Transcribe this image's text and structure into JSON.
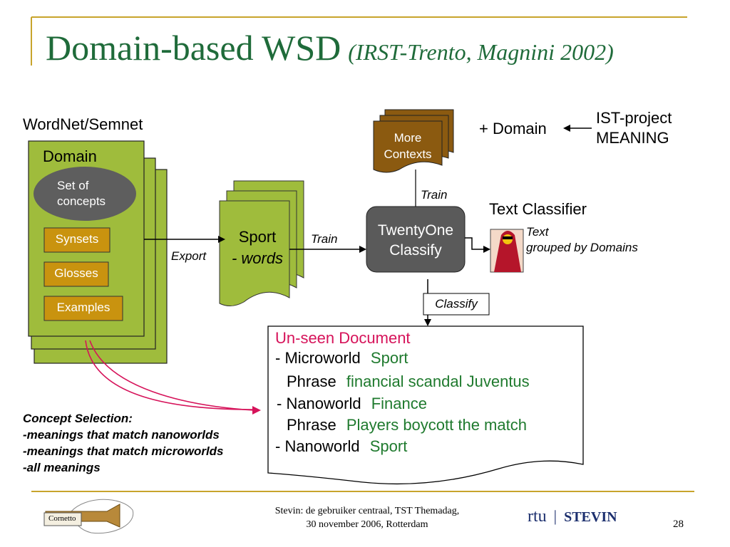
{
  "slide": {
    "title": "Domain-based WSD",
    "subtitle": "(IRST-Trento, Magnini 2002)",
    "page_number": "28"
  },
  "wordnet": {
    "heading": "WordNet/Semnet",
    "domain_label": "Domain",
    "set_of_concepts": [
      "Set of",
      "concepts"
    ],
    "items": [
      "Synsets",
      "Glosses",
      "Examples"
    ]
  },
  "flow": {
    "export_label": "Export",
    "sport_line1": "Sport",
    "sport_line2": "- words",
    "train_label_1": "Train",
    "train_label_2": "Train",
    "classify_label": "Classify",
    "more_contexts": [
      "More",
      "Contexts"
    ],
    "classifier_box": [
      "TwentyOne",
      "Classify"
    ],
    "plus_domain": "+ Domain",
    "ist_project": [
      "IST-project",
      "MEANING"
    ],
    "text_classifier": "Text Classifier",
    "text_grouped": [
      "Text",
      "grouped by Domains"
    ]
  },
  "document": {
    "heading": "Un-seen Document",
    "lines": [
      {
        "prefix": "- Microworld",
        "value": "Sport"
      },
      {
        "prefix": "Phrase",
        "value": "financial scandal Juventus"
      },
      {
        "prefix": "- Nanoworld",
        "value": "Finance"
      },
      {
        "prefix": "Phrase",
        "value": "Players boycott the match"
      },
      {
        "prefix": "- Nanoworld",
        "value": "Sport"
      }
    ]
  },
  "concept_selection": {
    "heading": "Concept Selection:",
    "items": [
      "meanings that match nanoworlds",
      "meanings that match microworlds",
      "all meanings"
    ]
  },
  "footer": {
    "line1": "Stevin: de gebruiker centraal, TST Themadag,",
    "line2": "30 november 2006, Rotterdam",
    "logo_left_text": "Cornetto",
    "logo_right_text": "STEVIN",
    "logo_right_mark": "rtu"
  },
  "colors": {
    "title_green": "#1f6b3a",
    "olive_fill": "#9fbc3c",
    "amber_fill": "#c9930f",
    "brown_fill": "#8b5a10",
    "dark_box": "#5a5a5a",
    "gold_rule": "#c8a42c",
    "pink": "#d6135a"
  }
}
